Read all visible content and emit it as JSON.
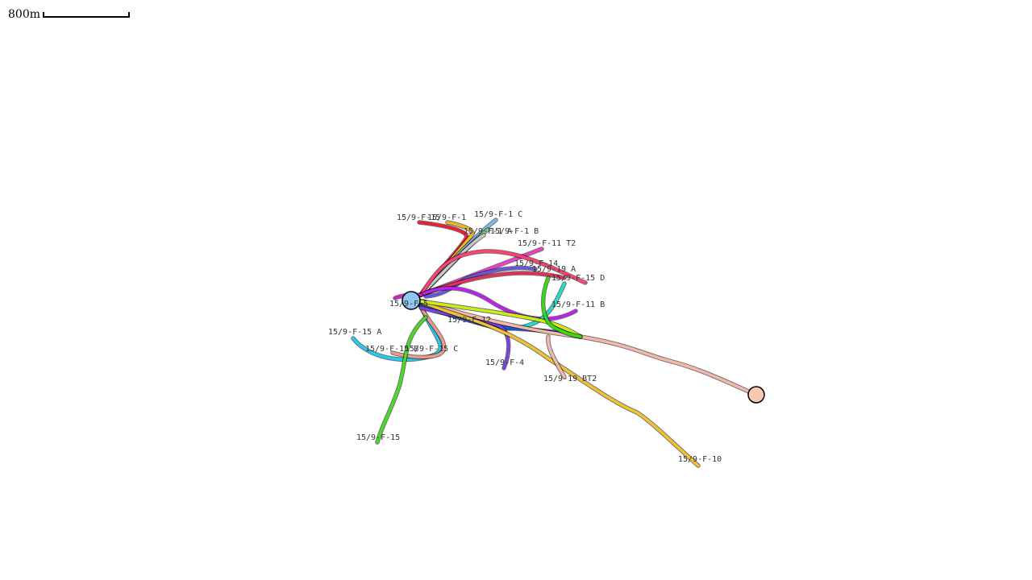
{
  "scale_bar": {
    "label": "800m"
  },
  "wells": [
    {
      "name": "15/9-F-15",
      "color": "#e8203a"
    },
    {
      "name": "15/9-F-1",
      "color": "#f0b429"
    },
    {
      "name": "15/9-F-1 C",
      "color": "#7ab8e8"
    },
    {
      "name": "15/9-F-1 A",
      "color": "#88c878"
    },
    {
      "name": "15/9-F-1 B",
      "color": "#c8c8c8"
    },
    {
      "name": "15/9-F-11 T2",
      "color": "#ee3ec8"
    },
    {
      "name": "15/9-F-14",
      "color": "#ff4070"
    },
    {
      "name": "15/9-F-19 A",
      "color": "#6655dd"
    },
    {
      "name": "15/9-F-15 D",
      "color": "#e0305a"
    },
    {
      "name": "15/9-F-11 B",
      "color": "#bb22ee"
    },
    {
      "name": "15/9-F-12",
      "color": "#22ddcc"
    },
    {
      "name": "15/9-F-15 A",
      "color": "#22ccee"
    },
    {
      "name": "15/9-F-15 B",
      "color": "#ee9988"
    },
    {
      "name": "15/9-F-15 C",
      "color": "#2255dd"
    },
    {
      "name": "15/9-F-4",
      "color": "#7744dd"
    },
    {
      "name": "15/9-19 BT2",
      "color": "#f4b8a8"
    },
    {
      "name": "15/9-F-10",
      "color": "#f2c230"
    },
    {
      "name": "15/9-F-15 S",
      "color": "#44dd22"
    },
    {
      "name": "15/9-F-5",
      "color": "#ccee11"
    }
  ],
  "labels": [
    {
      "text": "15/9-F-15"
    },
    {
      "text": "15/9-F-1"
    },
    {
      "text": "15/9-F-1 C"
    },
    {
      "text": "15/9-F-1 A"
    },
    {
      "text": "15/9-F-1 B"
    },
    {
      "text": "15/9-F-11 T2"
    },
    {
      "text": "15/9-F-14"
    },
    {
      "text": "15/9-19 A"
    },
    {
      "text": "15/9-F-15 D"
    },
    {
      "text": "15/9-F-11 B"
    },
    {
      "text": "15/9-F-12"
    },
    {
      "text": "15/9-F-15 A"
    },
    {
      "text": "15/9-F-15 B"
    },
    {
      "text": "15/9-F-15 C"
    },
    {
      "text": "15/9-F-4"
    },
    {
      "text": "15/9-19 BT2"
    },
    {
      "text": "15/9-F-10"
    },
    {
      "text": "15/9-F-15"
    },
    {
      "text": "15/9-F-5"
    }
  ],
  "markers": [
    {
      "name": "platform-marker",
      "color": "#8ec8f0"
    },
    {
      "name": "exploration-well-marker",
      "color": "#f8c8b4"
    }
  ]
}
